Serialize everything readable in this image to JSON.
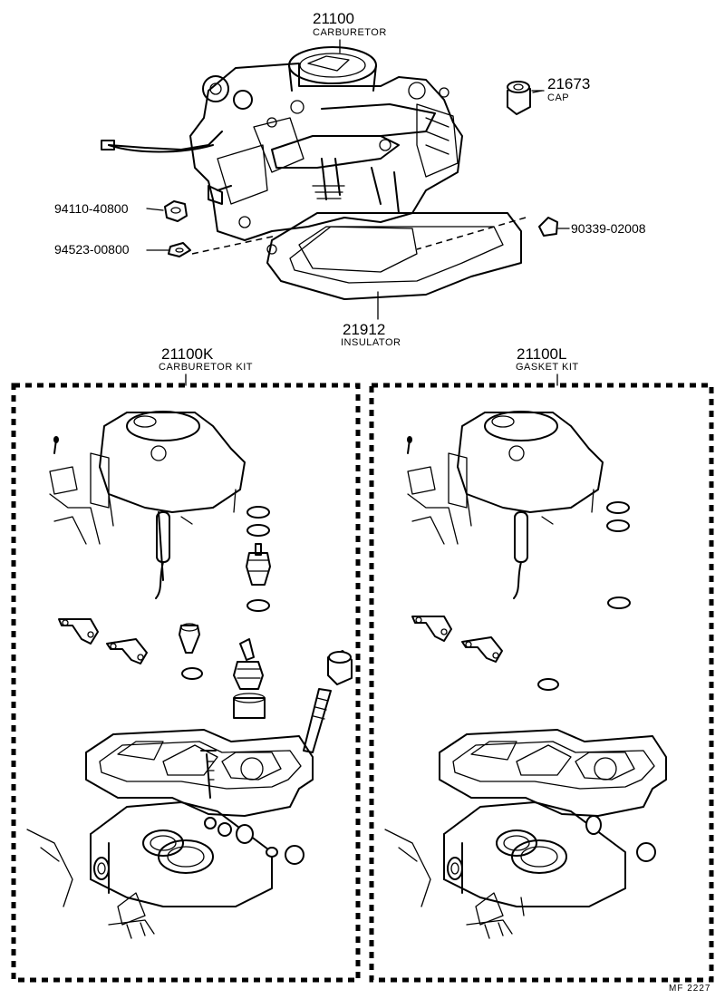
{
  "parts": {
    "carburetor": {
      "number": "21100",
      "name": "CARBURETOR"
    },
    "cap": {
      "number": "21673",
      "name": "CAP"
    },
    "nut": {
      "number": "94110-40800"
    },
    "washer": {
      "number": "94523-00800"
    },
    "gasket_small": {
      "number": "90339-02008"
    },
    "insulator": {
      "number": "21912",
      "name": "INSULATOR"
    },
    "carburetor_kit": {
      "number": "21100K",
      "name": "CARBURETOR KIT"
    },
    "gasket_kit": {
      "number": "21100L",
      "name": "GASKET KIT"
    }
  },
  "footer": {
    "code": "MF  2227"
  }
}
